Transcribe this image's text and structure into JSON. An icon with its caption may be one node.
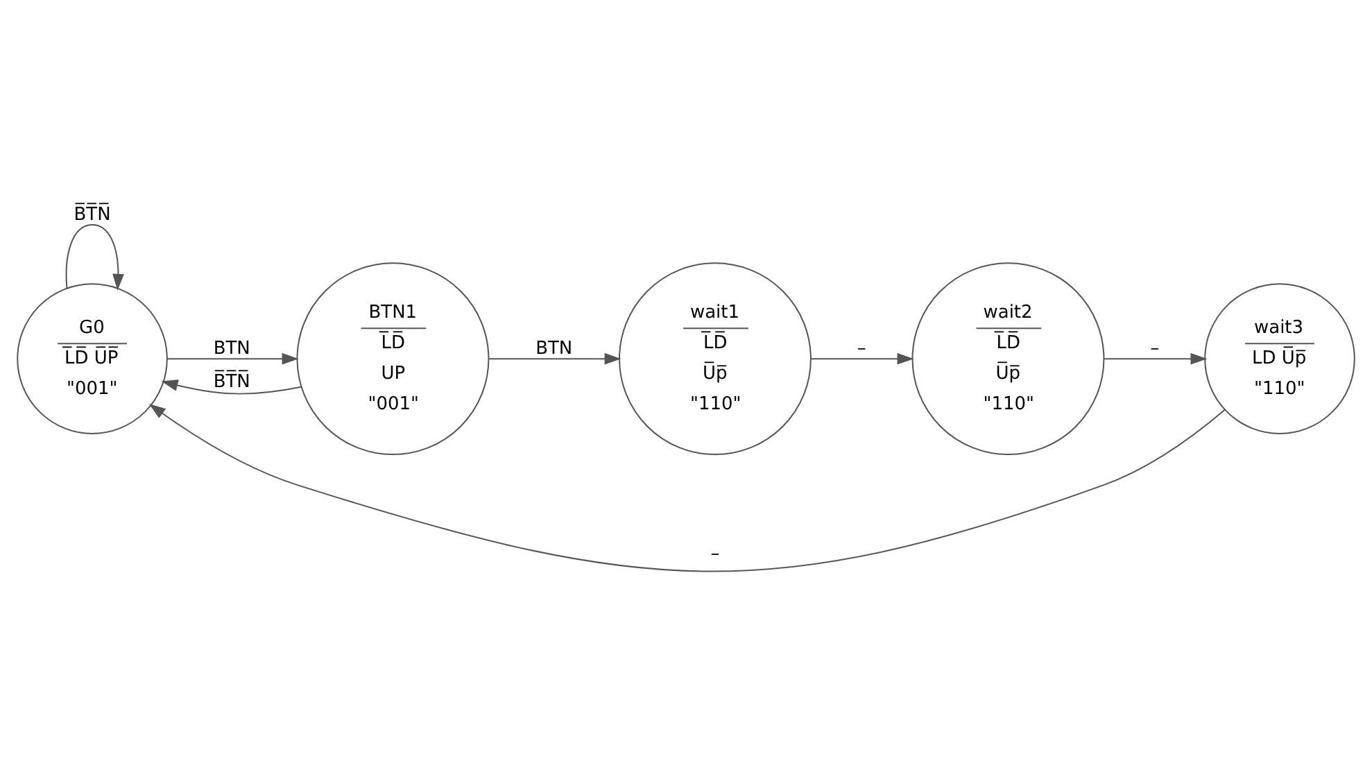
{
  "diagram": {
    "nodes": [
      {
        "text": [
          "G0",
          "L̅D̅ U̅P̅",
          "\"001\""
        ]
      },
      {
        "text": [
          "BTN1",
          "L̅D̅",
          "UP",
          "\"001\""
        ]
      },
      {
        "text": [
          "wait1",
          "L̅D̅",
          "U̅p̅",
          "\"110\""
        ]
      },
      {
        "text": [
          "wait2",
          "L̅D̅",
          "U̅p̅",
          "\"110\""
        ]
      },
      {
        "text": [
          "wait3",
          "LD U̅p̅",
          "\"110\""
        ]
      }
    ],
    "edges": [
      {
        "from": 0,
        "to": 0,
        "arrow": "to",
        "label": "B̅T̅N̅"
      },
      {
        "from": 0,
        "to": 1,
        "arrow": "to",
        "label": "BTN"
      },
      {
        "from": 1,
        "to": 0,
        "arrow": "to",
        "label": "B̅T̅N̅"
      },
      {
        "from": 1,
        "to": 2,
        "arrow": "to",
        "label": "BTN"
      },
      {
        "from": 2,
        "to": 3,
        "arrow": "to",
        "label": "–"
      },
      {
        "from": 3,
        "to": 4,
        "arrow": "to",
        "label": "–"
      },
      {
        "from": 4,
        "to": 0,
        "arrow": "to",
        "label": "–"
      }
    ]
  }
}
